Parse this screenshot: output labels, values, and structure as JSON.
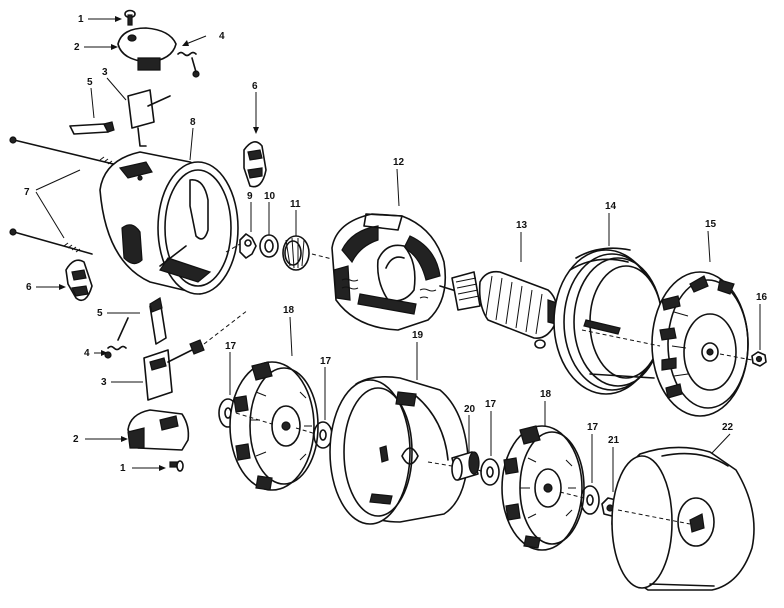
{
  "callouts": [
    {
      "id": "c1a",
      "text": "1"
    },
    {
      "id": "c2a",
      "text": "2"
    },
    {
      "id": "c3a",
      "text": "3"
    },
    {
      "id": "c4a",
      "text": "4"
    },
    {
      "id": "c5a",
      "text": "5"
    },
    {
      "id": "c6a",
      "text": "6"
    },
    {
      "id": "c7",
      "text": "7"
    },
    {
      "id": "c8",
      "text": "8"
    },
    {
      "id": "c6b",
      "text": "6"
    },
    {
      "id": "c9",
      "text": "9"
    },
    {
      "id": "c10",
      "text": "10"
    },
    {
      "id": "c11",
      "text": "11"
    },
    {
      "id": "c12",
      "text": "12"
    },
    {
      "id": "c13",
      "text": "13"
    },
    {
      "id": "c14",
      "text": "14"
    },
    {
      "id": "c15",
      "text": "15"
    },
    {
      "id": "c16",
      "text": "16"
    },
    {
      "id": "c5b",
      "text": "5"
    },
    {
      "id": "c4b",
      "text": "4"
    },
    {
      "id": "c3b",
      "text": "3"
    },
    {
      "id": "c2b",
      "text": "2"
    },
    {
      "id": "c1b",
      "text": "1"
    },
    {
      "id": "c17a",
      "text": "17"
    },
    {
      "id": "c18a",
      "text": "18"
    },
    {
      "id": "c17b",
      "text": "17"
    },
    {
      "id": "c19",
      "text": "19"
    },
    {
      "id": "c20",
      "text": "20"
    },
    {
      "id": "c17c",
      "text": "17"
    },
    {
      "id": "c18b",
      "text": "18"
    },
    {
      "id": "c17d",
      "text": "17"
    },
    {
      "id": "c21",
      "text": "21"
    },
    {
      "id": "c22",
      "text": "22"
    }
  ],
  "ink_color": "#111111",
  "paper_color": "#ffffff"
}
